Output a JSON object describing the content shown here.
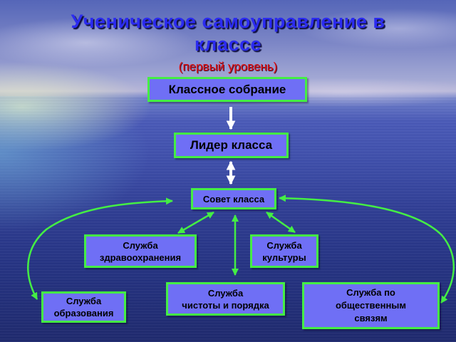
{
  "title": {
    "line1": "Ученическое самоуправление в",
    "line2": "классе",
    "subtitle": "(первый уровень)"
  },
  "colors": {
    "title": "#2b2bf0",
    "subtitle": "#e01010",
    "box_fill": "#6f6ff5",
    "box_border": "#44ee44",
    "arrow_white": "#ffffff",
    "arrow_green": "#44ee44"
  },
  "nodes": {
    "sobranie": {
      "label": "Классное собрание"
    },
    "lider": {
      "label": "Лидер класса"
    },
    "sovet": {
      "label": "Совет класса"
    },
    "zdrav": {
      "line1": "Служба",
      "line2": "здравоохранения"
    },
    "kult": {
      "line1": "Служба",
      "line2": "культуры"
    },
    "obraz": {
      "line1": "Служба",
      "line2": "образования"
    },
    "chist": {
      "line1": "Служба",
      "line2": "чистоты и порядка"
    },
    "obsh": {
      "line1": "Служба по",
      "line2": "общественным",
      "line3": "связям"
    }
  },
  "edges": [
    {
      "from": "Классное собрание",
      "to": "Лидер класса",
      "type": "one-way",
      "color": "white"
    },
    {
      "from": "Лидер класса",
      "to": "Совет класса",
      "type": "two-way",
      "color": "white"
    },
    {
      "from": "Совет класса",
      "to": "Служба здравоохранения",
      "type": "two-way",
      "color": "green"
    },
    {
      "from": "Совет класса",
      "to": "Служба культуры",
      "type": "two-way",
      "color": "green"
    },
    {
      "from": "Совет класса",
      "to": "Служба чистоты и порядка",
      "type": "two-way",
      "color": "green"
    },
    {
      "from": "Совет класса",
      "to": "Служба образования",
      "type": "two-way-curved",
      "color": "green"
    },
    {
      "from": "Совет класса",
      "to": "Служба по общественным связям",
      "type": "two-way-curved",
      "color": "green"
    }
  ]
}
